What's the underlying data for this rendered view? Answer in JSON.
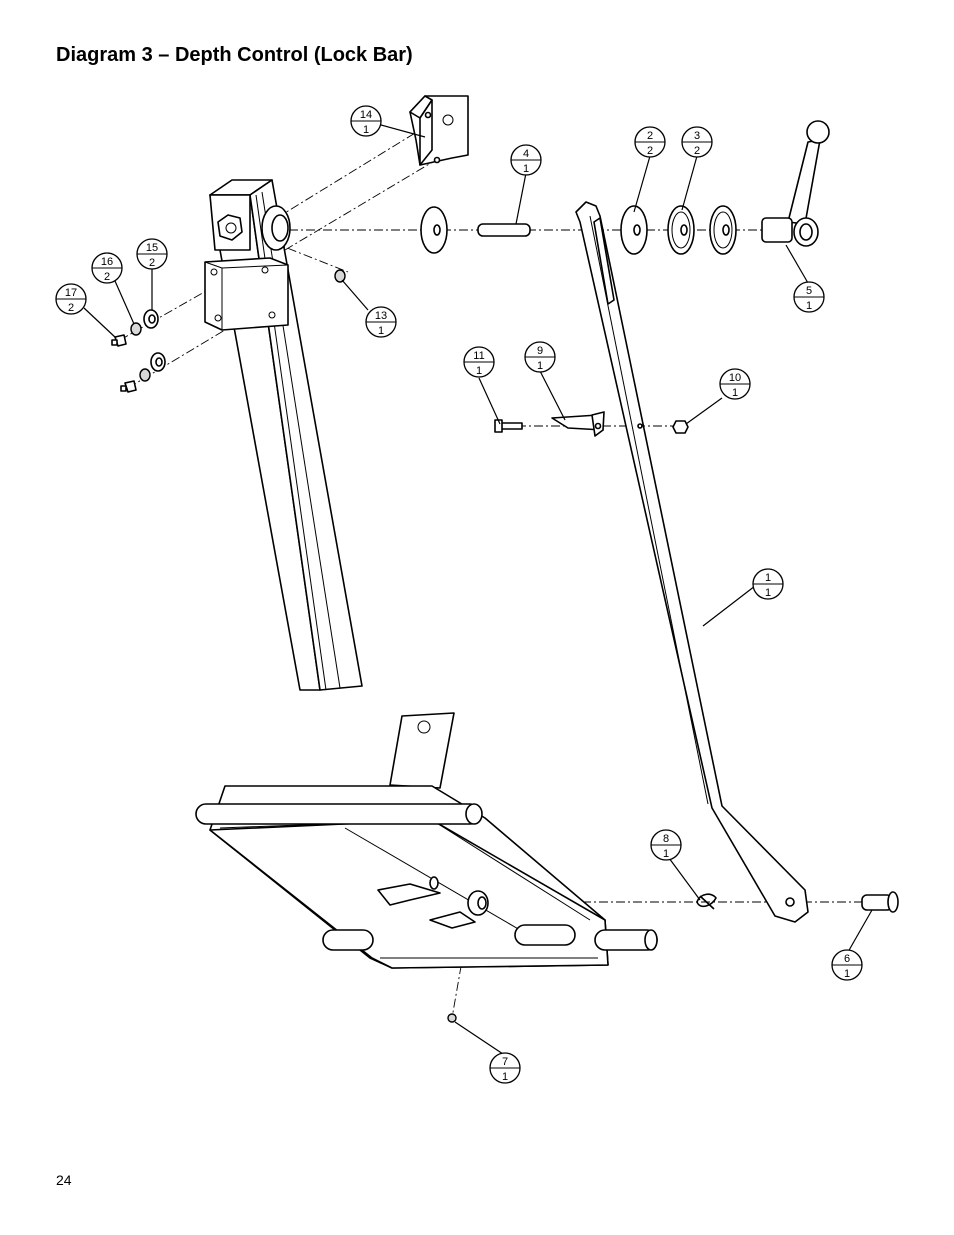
{
  "title": "Diagram 3 – Depth Control (Lock Bar)",
  "page_number": "24",
  "callouts": [
    {
      "item": "1",
      "qty": "1"
    },
    {
      "item": "2",
      "qty": "2"
    },
    {
      "item": "3",
      "qty": "2"
    },
    {
      "item": "4",
      "qty": "1"
    },
    {
      "item": "5",
      "qty": "1"
    },
    {
      "item": "6",
      "qty": "1"
    },
    {
      "item": "7",
      "qty": "1"
    },
    {
      "item": "8",
      "qty": "1"
    },
    {
      "item": "9",
      "qty": "1"
    },
    {
      "item": "10",
      "qty": "1"
    },
    {
      "item": "11",
      "qty": "1"
    },
    {
      "item": "13",
      "qty": "1"
    },
    {
      "item": "14",
      "qty": "1"
    },
    {
      "item": "15",
      "qty": "2"
    },
    {
      "item": "16",
      "qty": "2"
    },
    {
      "item": "17",
      "qty": "2"
    }
  ]
}
